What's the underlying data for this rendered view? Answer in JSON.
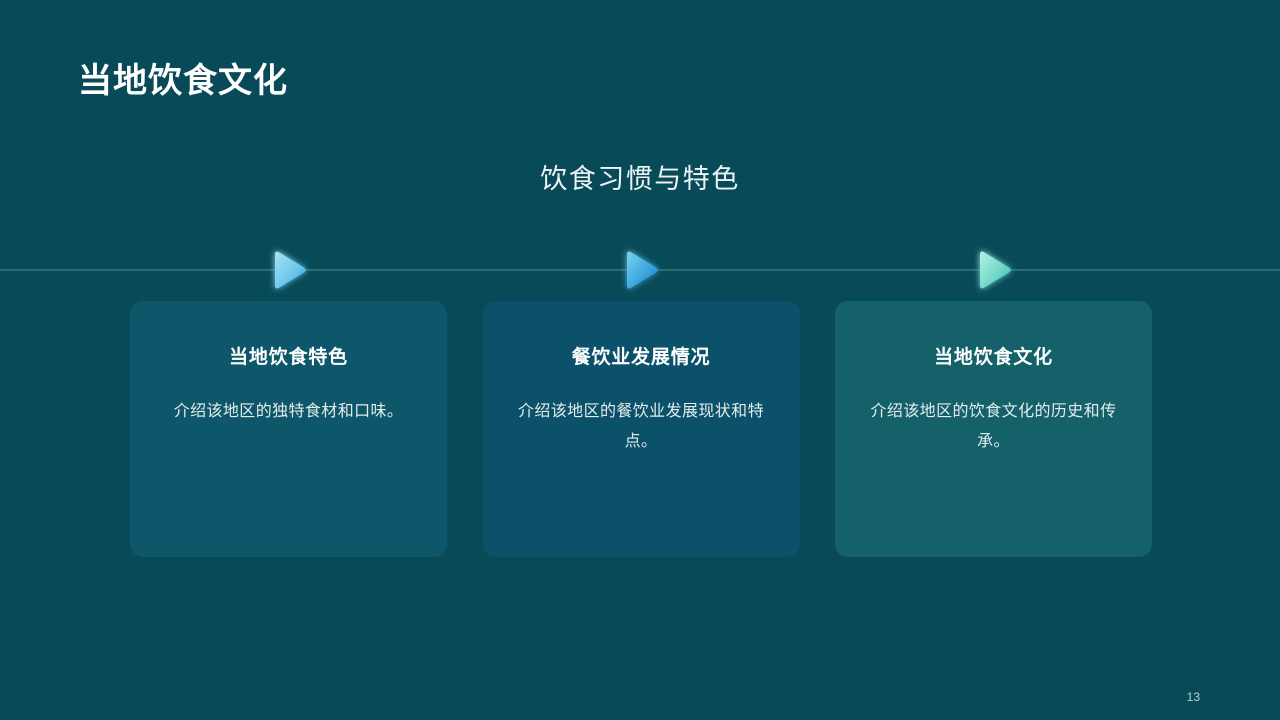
{
  "slide": {
    "title": "当地饮食文化",
    "subtitle": "饮食习惯与特色",
    "page_number": "13",
    "background_color": "#084a58",
    "rule_color": "#2c6b74"
  },
  "markers": [
    {
      "name": "play-marker-1",
      "color_light": "#9fe0f5",
      "color_dark": "#2aa4de",
      "glow": "#2aa4de"
    },
    {
      "name": "play-marker-2",
      "color_light": "#6ec8ea",
      "color_dark": "#1b7fc4",
      "glow": "#2a8fd0"
    },
    {
      "name": "play-marker-3",
      "color_light": "#a8ece0",
      "color_dark": "#37b9ae",
      "glow": "#3ac3b4"
    }
  ],
  "cards": [
    {
      "title": "当地饮食特色",
      "body": "介绍该地区的独特食材和口味。",
      "background_color": "#0e566a"
    },
    {
      "title": "餐饮业发展情况",
      "body": "介绍该地区的餐饮业发展现状和特点。",
      "background_color": "#0b5169"
    },
    {
      "title": "当地饮食文化",
      "body": "介绍该地区的饮食文化的历史和传承。",
      "background_color": "#146169"
    }
  ]
}
